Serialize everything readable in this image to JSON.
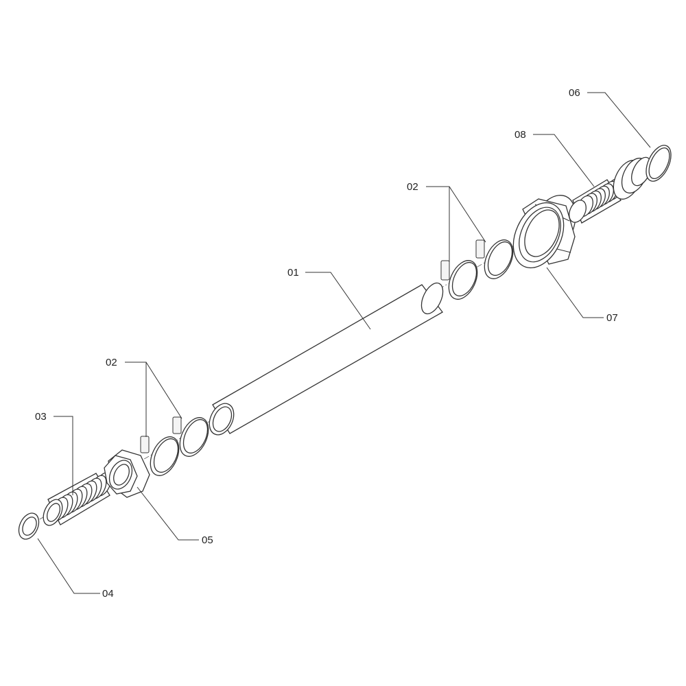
{
  "parts": [
    {
      "id": "01",
      "label": "01"
    },
    {
      "id": "02a",
      "label": "02"
    },
    {
      "id": "02b",
      "label": "02"
    },
    {
      "id": "03",
      "label": "03"
    },
    {
      "id": "04",
      "label": "04"
    },
    {
      "id": "05",
      "label": "05"
    },
    {
      "id": "06",
      "label": "06"
    },
    {
      "id": "07",
      "label": "07"
    },
    {
      "id": "08",
      "label": "08"
    }
  ]
}
